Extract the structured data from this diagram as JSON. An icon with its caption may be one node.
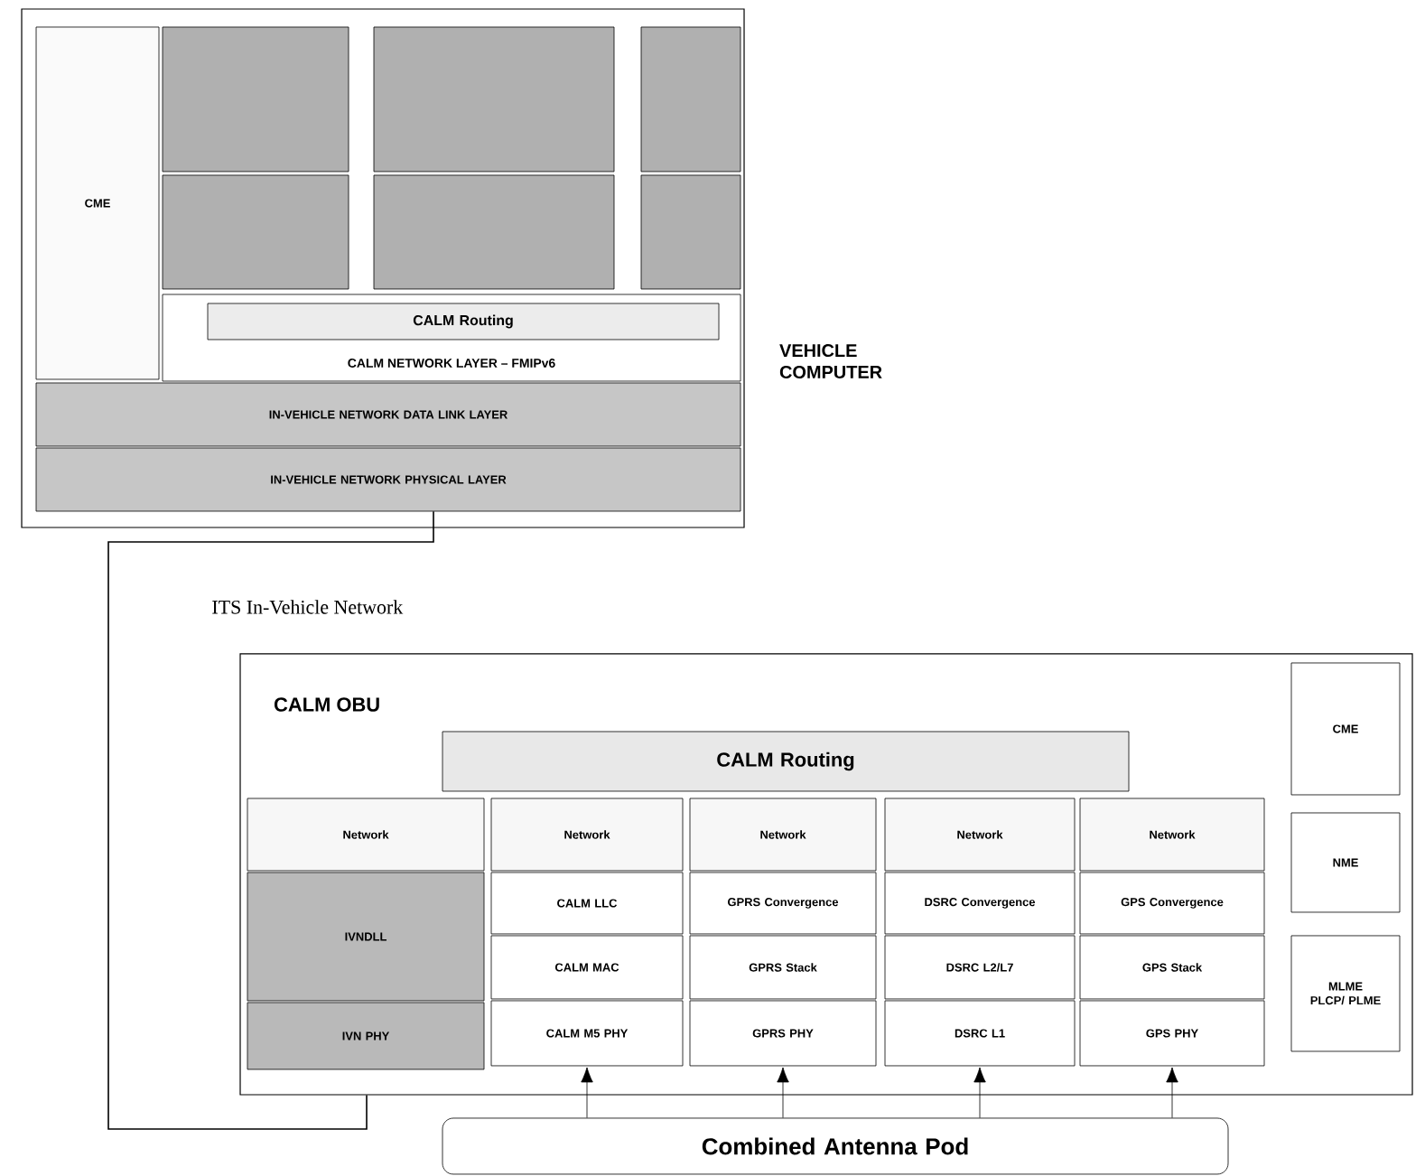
{
  "diagram": {
    "nodes": [
      {
        "text": [
          "VEHICLE COMPUTER"
        ]
      },
      {
        "text": [
          "CME"
        ],
        "in": 0
      },
      {
        "text": [],
        "shape": "box",
        "in": 0
      },
      {
        "text": [],
        "shape": "box",
        "in": 0
      },
      {
        "text": [],
        "shape": "box",
        "in": 0
      },
      {
        "text": [],
        "shape": "box",
        "in": 0
      },
      {
        "text": [],
        "shape": "box",
        "in": 0
      },
      {
        "text": [],
        "shape": "box",
        "in": 0
      },
      {
        "text": [
          "CALM NETWORK LAYER – FMIPv6"
        ],
        "in": 0
      },
      {
        "text": [
          "CALM Routing"
        ],
        "in": 8
      },
      {
        "text": [
          "IN-VEHICLE NETWORK DATA LINK LAYER"
        ],
        "in": 0
      },
      {
        "text": [
          "IN-VEHICLE NETWORK PHYSICAL LAYER"
        ],
        "in": 0
      },
      {
        "text": [
          "CALM OBU"
        ]
      },
      {
        "text": [
          "CALM Routing"
        ],
        "in": 12
      },
      {
        "text": [
          "Network"
        ],
        "in": 12
      },
      {
        "text": [
          "IVNDLL"
        ],
        "in": 12
      },
      {
        "text": [
          "IVN PHY"
        ],
        "in": 12
      },
      {
        "text": [
          "Network"
        ],
        "in": 12
      },
      {
        "text": [
          "CALM LLC"
        ],
        "in": 12
      },
      {
        "text": [
          "CALM MAC"
        ],
        "in": 12
      },
      {
        "text": [
          "CALM M5 PHY"
        ],
        "in": 12
      },
      {
        "text": [
          "Network"
        ],
        "in": 12
      },
      {
        "text": [
          "GPRS Convergence"
        ],
        "in": 12
      },
      {
        "text": [
          "GPRS Stack"
        ],
        "in": 12
      },
      {
        "text": [
          "GPRS PHY"
        ],
        "in": 12
      },
      {
        "text": [
          "Network"
        ],
        "in": 12
      },
      {
        "text": [
          "DSRC Convergence"
        ],
        "in": 12
      },
      {
        "text": [
          "DSRC L2/L7"
        ],
        "in": 12
      },
      {
        "text": [
          "DSRC L1"
        ],
        "in": 12
      },
      {
        "text": [
          "Network"
        ],
        "in": 12
      },
      {
        "text": [
          "GPS Convergence"
        ],
        "in": 12
      },
      {
        "text": [
          "GPS Stack"
        ],
        "in": 12
      },
      {
        "text": [
          "GPS PHY"
        ],
        "in": 12
      },
      {
        "text": [
          "CME"
        ],
        "in": 12
      },
      {
        "text": [
          "NME"
        ],
        "in": 12
      },
      {
        "text": [
          "MLME PLCP/ PLME"
        ],
        "in": 12
      },
      {
        "text": [
          "Combined Antenna Pod"
        ]
      }
    ],
    "edges": [
      {
        "from": 11,
        "to": 12,
        "arrow": "none",
        "label": "ITS In-Vehicle Network"
      },
      {
        "from": 36,
        "to": 20,
        "arrow": "to"
      },
      {
        "from": 36,
        "to": 24,
        "arrow": "to"
      },
      {
        "from": 36,
        "to": 28,
        "arrow": "to"
      },
      {
        "from": 36,
        "to": 32,
        "arrow": "to"
      }
    ]
  }
}
